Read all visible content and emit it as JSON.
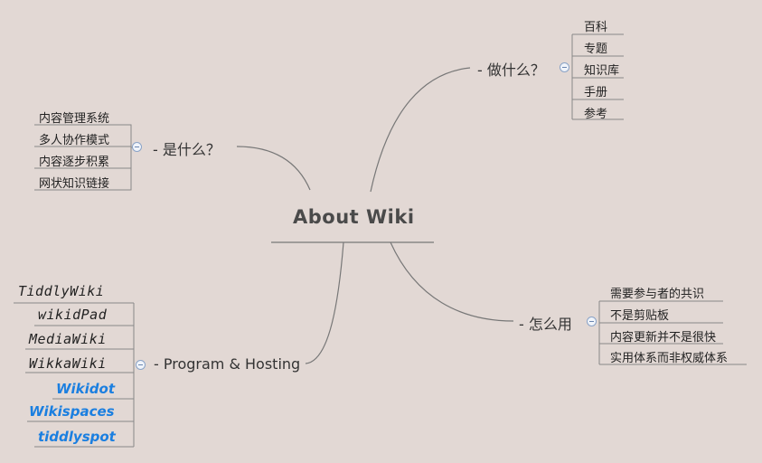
{
  "central": {
    "label": "About Wiki"
  },
  "branches": {
    "what": {
      "label": "- 是什么？",
      "items": [
        "内容管理系统",
        "多人协作模式",
        "内容逐步积累",
        "网状知识链接"
      ]
    },
    "do": {
      "label": "- 做什么？",
      "items": [
        "百科",
        "专题",
        "知识库",
        "手册",
        "参考"
      ]
    },
    "use": {
      "label": "- 怎么用",
      "items": [
        "需要参与者的共识",
        "不是剪贴板",
        "内容更新并不是很快",
        "实用体系而非权威体系"
      ]
    },
    "program": {
      "label": "- Program & Hosting",
      "items": [
        "TiddlyWiki",
        "wikidPad",
        "MediaWiki",
        "WikkaWiki"
      ],
      "links": [
        "Wikidot",
        "Wikispaces",
        "tiddlyspot"
      ]
    }
  },
  "colors": {
    "link": "#1b7fe0",
    "line": "#777777",
    "box": "#888888"
  }
}
